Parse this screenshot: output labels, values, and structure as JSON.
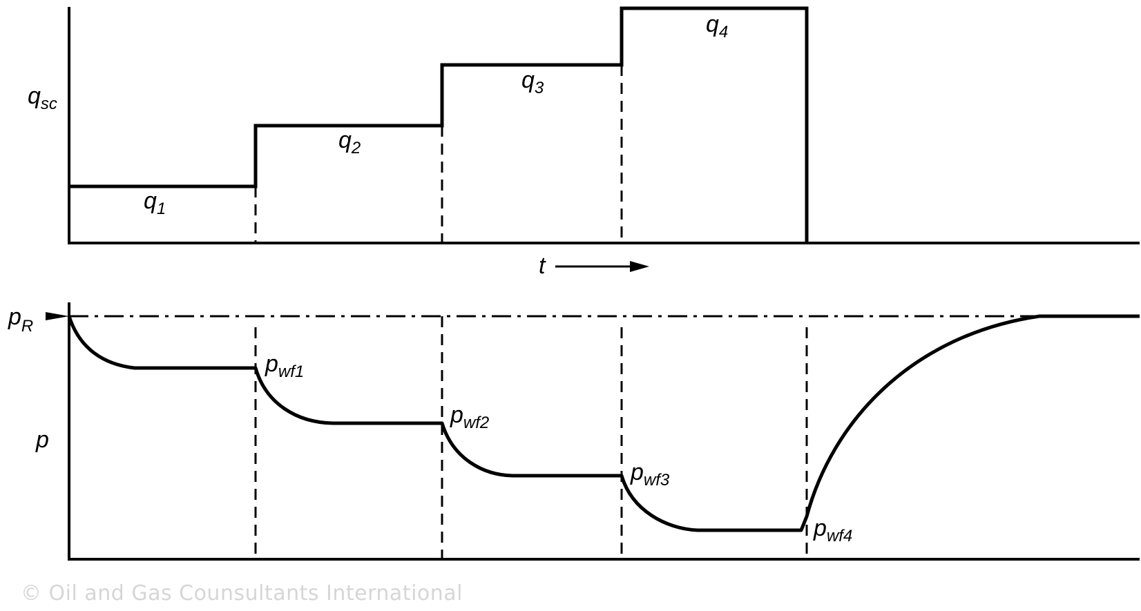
{
  "rate_panel": {
    "axis_label": "q",
    "axis_label_sub": "sc",
    "rates": [
      {
        "base": "q",
        "sub": "1"
      },
      {
        "base": "q",
        "sub": "2"
      },
      {
        "base": "q",
        "sub": "3"
      },
      {
        "base": "q",
        "sub": "4"
      }
    ]
  },
  "time_arrow": {
    "label": "t"
  },
  "pressure_panel": {
    "axis_label": "p",
    "reservoir_label": "p",
    "reservoir_label_sub": "R",
    "flowing_pressures": [
      {
        "base": "p",
        "sub": "wf1"
      },
      {
        "base": "p",
        "sub": "wf2"
      },
      {
        "base": "p",
        "sub": "wf3"
      },
      {
        "base": "p",
        "sub": "wf4"
      }
    ]
  },
  "copyright": "© Oil and Gas Counsultants International",
  "colors": {
    "line": "#000000",
    "watermark": "#d6d6d6"
  }
}
